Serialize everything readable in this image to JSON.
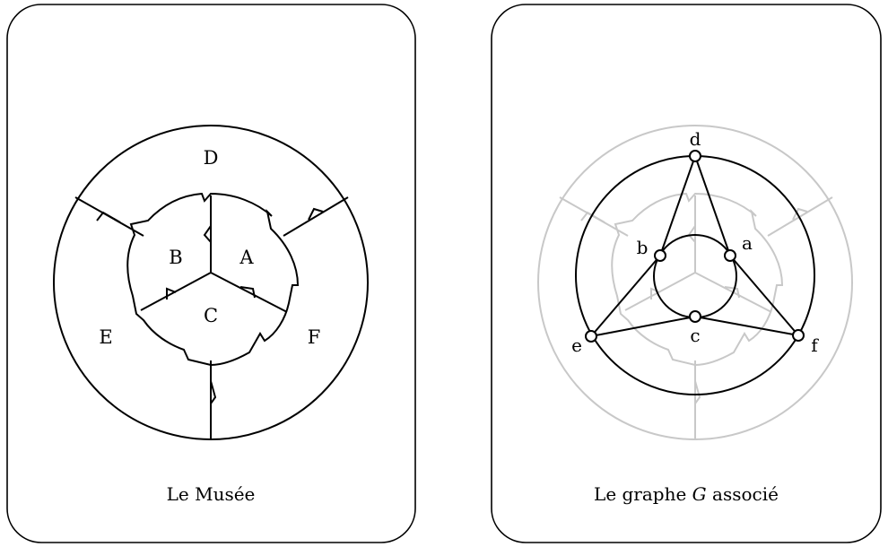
{
  "left_panel": {
    "caption": "Le Musée",
    "rooms": {
      "A": "A",
      "B": "B",
      "C": "C",
      "D": "D",
      "E": "E",
      "F": "F"
    }
  },
  "right_panel": {
    "caption_prefix": "Le graphe ",
    "caption_symbol": "G",
    "caption_suffix": " associé",
    "vertices": {
      "a": "a",
      "b": "b",
      "c": "c",
      "d": "d",
      "e": "e",
      "f": "f"
    }
  },
  "colors": {
    "stroke": "#000000",
    "faded": "#c8c8c8",
    "background": "#ffffff"
  }
}
